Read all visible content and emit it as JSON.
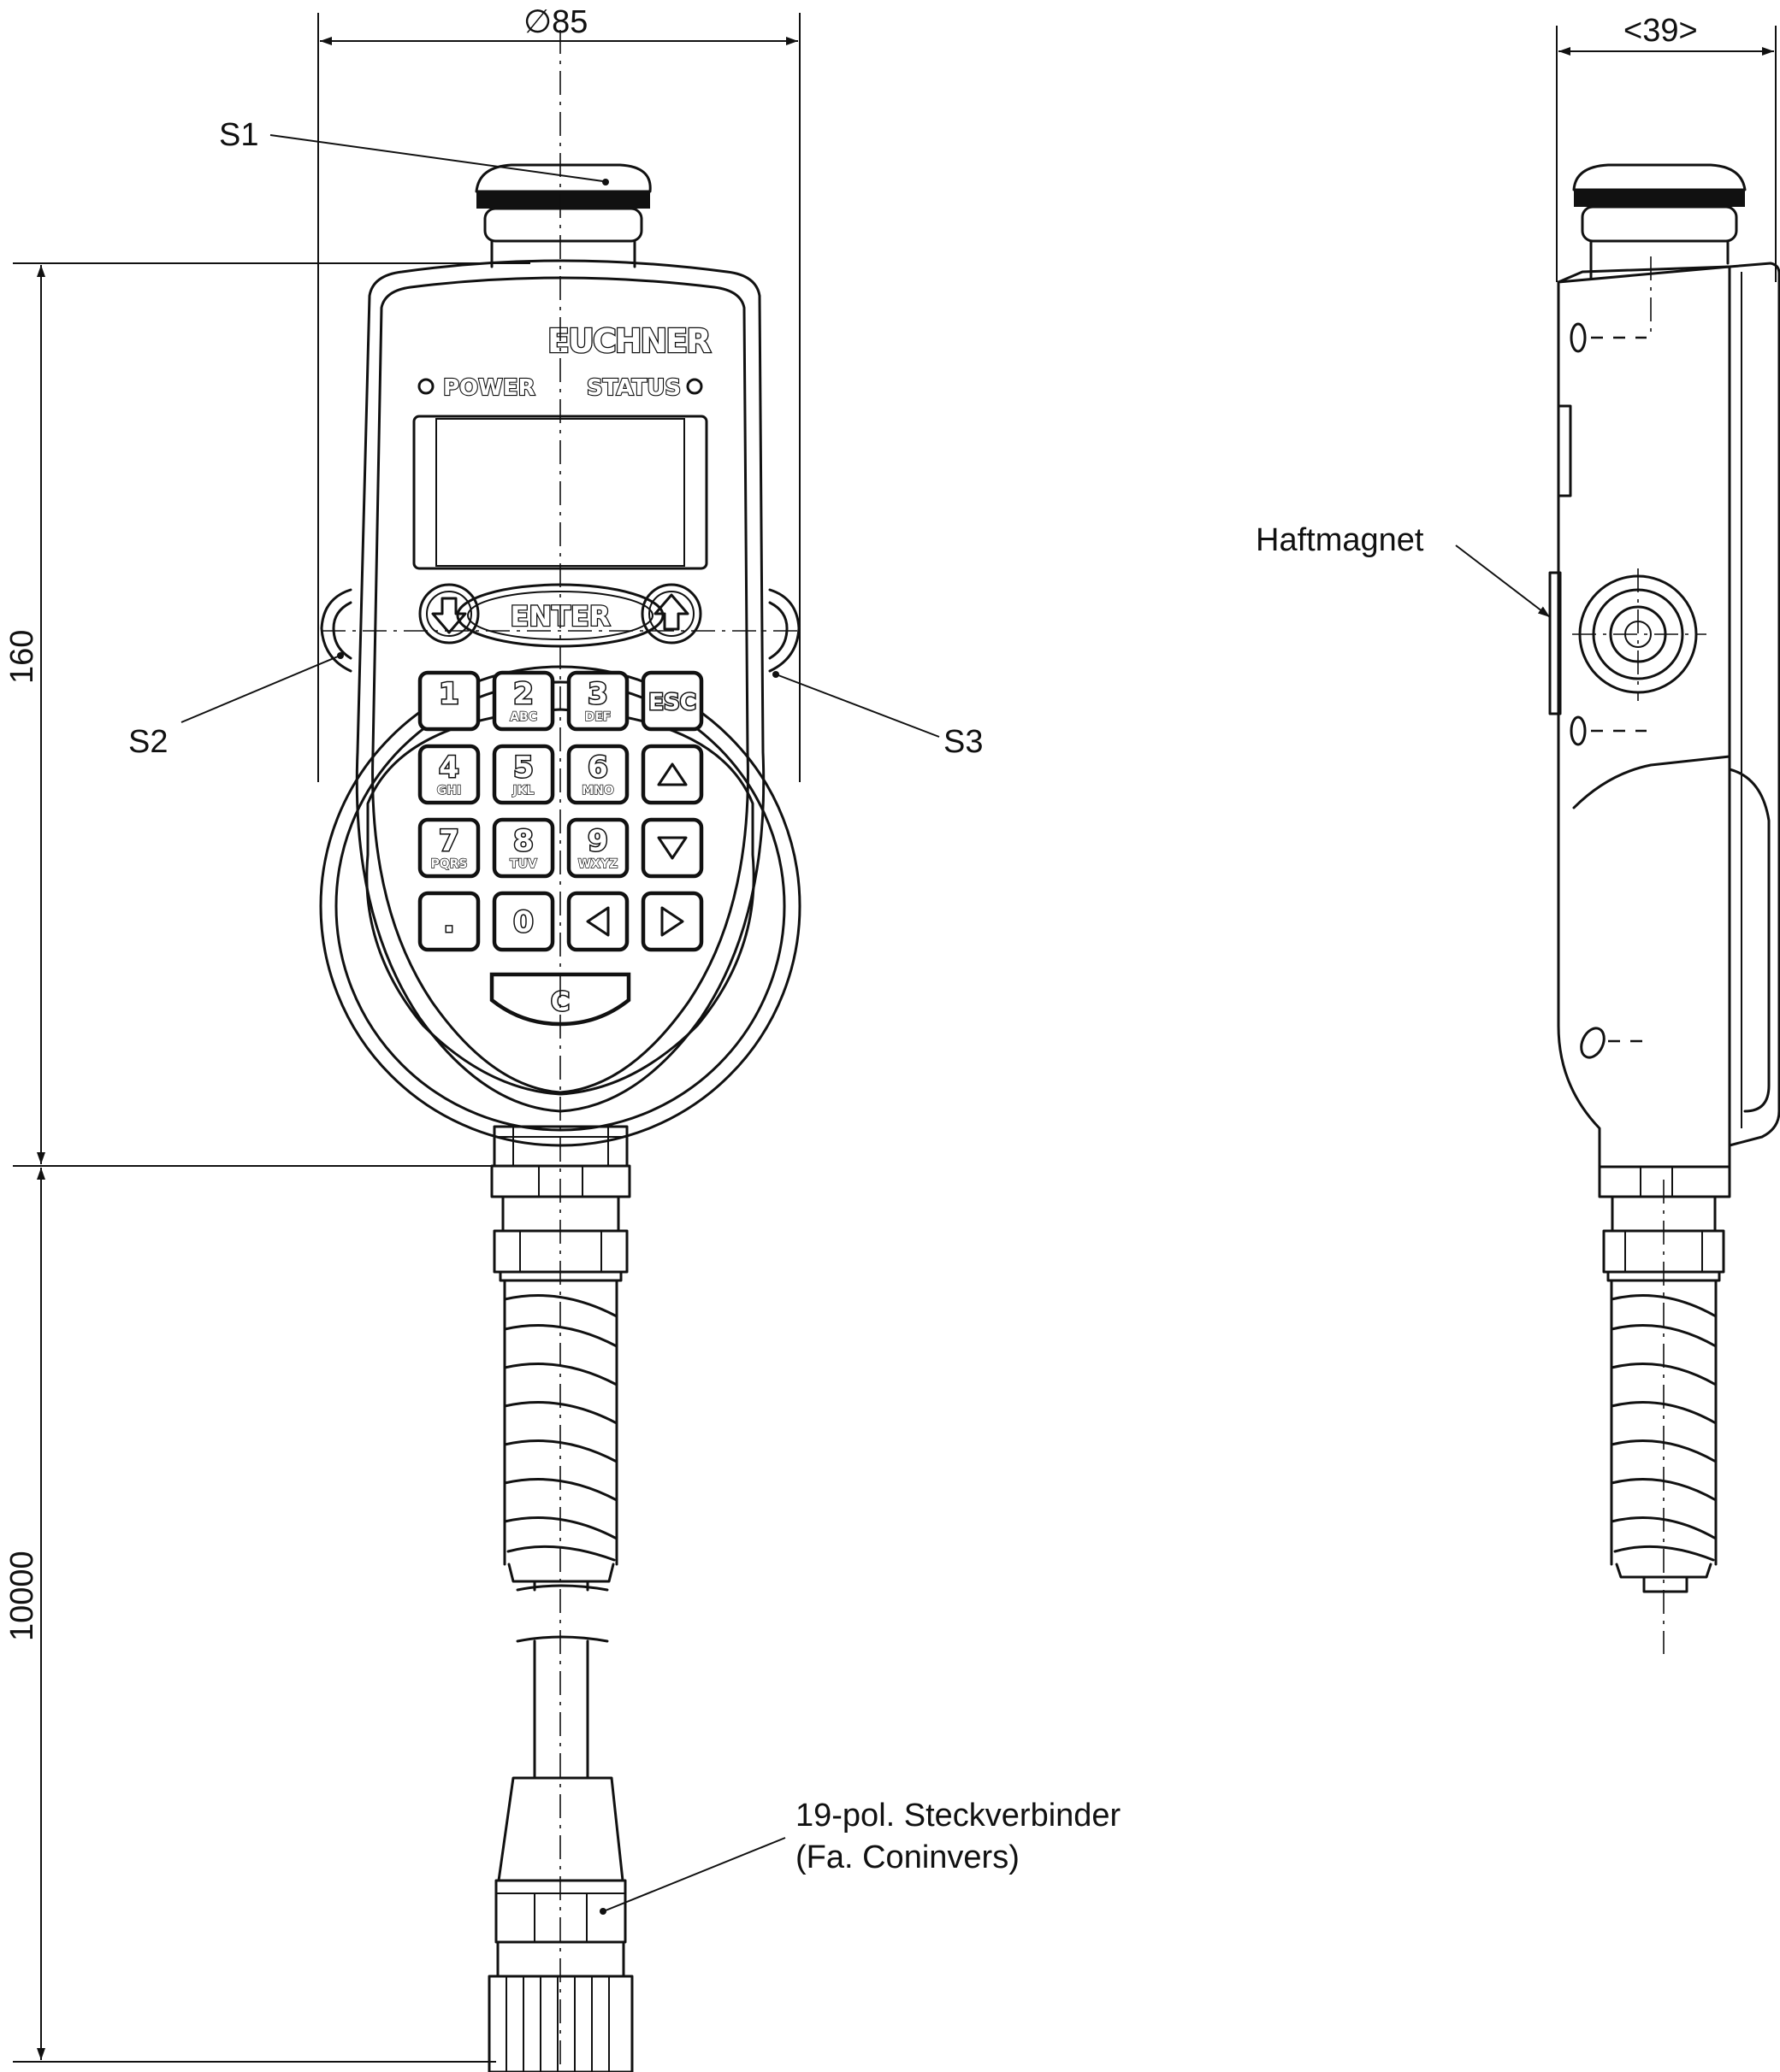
{
  "dimensions": {
    "diameter": "∅85",
    "side_width": "<39>",
    "height": "160",
    "cable_length": "10000"
  },
  "labels": {
    "s1": "S1",
    "s2": "S2",
    "s3": "S3",
    "magnet": "Haftmagnet",
    "connector_line1": "19-pol. Steckverbinder",
    "connector_line2": "(Fa. Coninvers)"
  },
  "device": {
    "brand": "EUCHNER",
    "power_label": "POWER",
    "status_label": "STATUS",
    "enter_label": "ENTER"
  },
  "keys": {
    "k1": "1",
    "k2": "2",
    "k2_sub": "ABC",
    "k3": "3",
    "k3_sub": "DEF",
    "esc": "ESC",
    "k4": "4",
    "k4_sub": "GHI",
    "k5": "5",
    "k5_sub": "JKL",
    "k6": "6",
    "k6_sub": "MNO",
    "k7": "7",
    "k7_sub": "PQRS",
    "k8": "8",
    "k8_sub": "TUV",
    "k9": "9",
    "k9_sub": "WXYZ",
    "dot": ".",
    "k0": "0",
    "clear": "C"
  },
  "icons": [
    "arrow-down-circle-icon",
    "arrow-up-circle-icon",
    "triangle-up-icon",
    "triangle-down-icon",
    "triangle-left-icon",
    "triangle-right-icon"
  ]
}
